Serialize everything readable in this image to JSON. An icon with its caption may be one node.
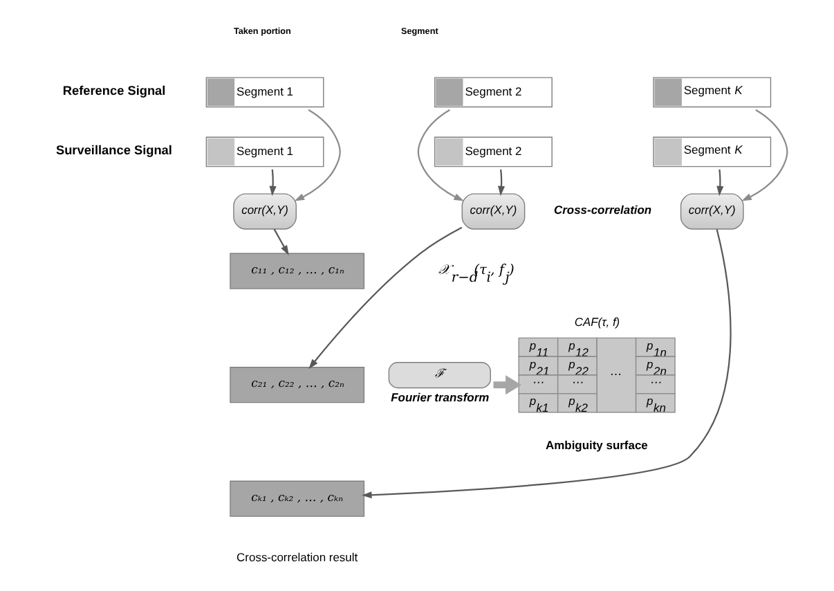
{
  "diagram": {
    "nodes": [
      {
        "text": [
          "Segment 1"
        ]
      },
      {
        "text": [
          "Segment 2"
        ]
      },
      {
        "text": [
          "Segment *K*"
        ]
      },
      {
        "text": [
          "Segment 1"
        ]
      },
      {
        "text": [
          "Segment 2"
        ]
      },
      {
        "text": [
          "Segment *K*"
        ]
      },
      {
        "text": [
          "corr(X,Y)"
        ]
      },
      {
        "text": [
          "corr(X,Y)"
        ]
      },
      {
        "text": [
          "corr(X,Y)"
        ]
      },
      {
        "text": [
          "c₁₁ , c₁₂ , … , c₁ₙ"
        ]
      },
      {
        "text": [
          "c₂₁ , c₂₂ , … , c₂ₙ"
        ]
      },
      {
        "text": [
          "cₖ₁ , cₖ₂ , … , cₖₙ"
        ]
      },
      {
        "text": [
          "ℱ"
        ],
        "beside": [
          "Fourier transform"
        ]
      },
      {
        "text": [
          "CAF(τ, f)"
        ],
        "beside": [
          "Ambiguity surface"
        ]
      }
    ],
    "edges": [
      {
        "from": 0,
        "to": 6,
        "arrow": "to",
        "color": "#8c8c8c"
      },
      {
        "from": 3,
        "to": 6,
        "arrow": "to"
      },
      {
        "from": 1,
        "to": 7,
        "arrow": "to",
        "color": "#8c8c8c"
      },
      {
        "from": 4,
        "to": 7,
        "arrow": "to"
      },
      {
        "from": 2,
        "to": 8,
        "arrow": "to",
        "color": "#8c8c8c"
      },
      {
        "from": 5,
        "to": 8,
        "arrow": "to"
      },
      {
        "from": 6,
        "to": 9,
        "arrow": "to"
      },
      {
        "from": 7,
        "to": 10,
        "arrow": "to"
      },
      {
        "from": 8,
        "to": 11,
        "arrow": "to"
      },
      {
        "from": 12,
        "to": 13,
        "arrow": "to",
        "style": "thick",
        "color": "#a6a6a6"
      }
    ],
    "labels": [
      "Taken portion",
      "Segment",
      "Reference Signal",
      "Surveillance Signal",
      "Cross-correlation",
      "𝒳$_{r−d}$(τ$_{i}$, f$_{j}$)",
      "Cross-correlation result",
      "p$_{11}$",
      "p$_{12}$",
      "p$_{1n}$",
      "p$_{21}$",
      "p$_{22}$",
      "⋯",
      "p$_{2n}$",
      "⋯",
      "⋯",
      "⋯",
      "p$_{k1}$",
      "p$_{k2}$",
      "p$_{kn}$"
    ]
  }
}
